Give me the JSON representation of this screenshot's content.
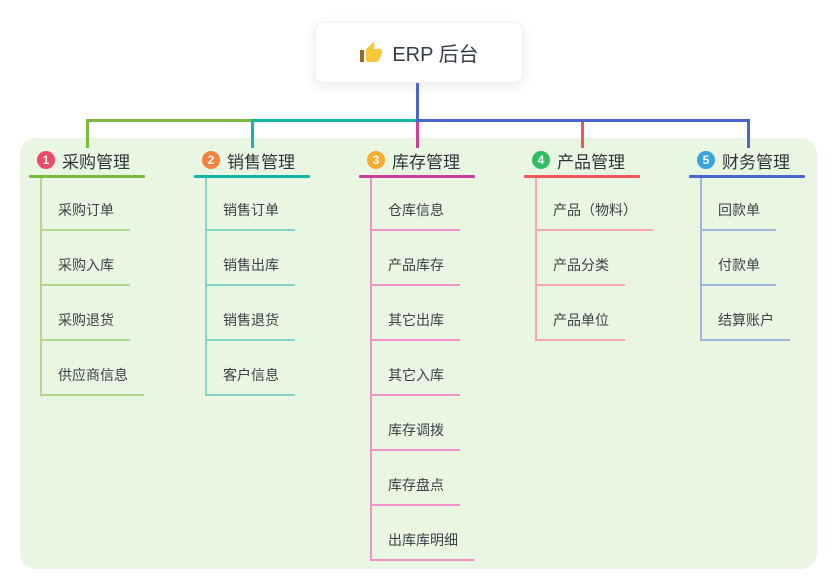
{
  "root": {
    "icon": "thumbs-up-icon",
    "title": "ERP 后台"
  },
  "connectors": {
    "stem_color": "#4a64d0",
    "bus_green": "#7cb93e",
    "bus_teal": "#13b5a6",
    "bus_blue": "#4a64d0",
    "drop_magenta": "#cb3e9b",
    "drop_red": "#f2575f"
  },
  "canvas_bg": "#e9f6e2",
  "branches": [
    {
      "index": "1",
      "label": "采购管理",
      "badge_color": "#ec4a66",
      "line_color": "#7cb93e",
      "child_line_color": "#b3d88b",
      "children": [
        "采购订单",
        "采购入库",
        "采购退货",
        "供应商信息"
      ]
    },
    {
      "index": "2",
      "label": "销售管理",
      "badge_color": "#f5813c",
      "line_color": "#13b5a6",
      "child_line_color": "#84d5ca",
      "children": [
        "销售订单",
        "销售出库",
        "销售退货",
        "客户信息"
      ]
    },
    {
      "index": "3",
      "label": "库存管理",
      "badge_color": "#f8ac30",
      "line_color": "#cb3e9b",
      "child_line_color": "#f290c7",
      "children": [
        "仓库信息",
        "产品库存",
        "其它出库",
        "其它入库",
        "库存调拨",
        "库存盘点",
        "出库库明细"
      ]
    },
    {
      "index": "4",
      "label": "产品管理",
      "badge_color": "#2ebd62",
      "line_color": "#f2575f",
      "child_line_color": "#f7a7ab",
      "children": [
        "产品（物料）",
        "产品分类",
        "产品单位"
      ]
    },
    {
      "index": "5",
      "label": "财务管理",
      "badge_color": "#38a3dc",
      "line_color": "#4a64d0",
      "child_line_color": "#a0b5dd",
      "children": [
        "回款单",
        "付款单",
        "结算账户"
      ]
    }
  ]
}
